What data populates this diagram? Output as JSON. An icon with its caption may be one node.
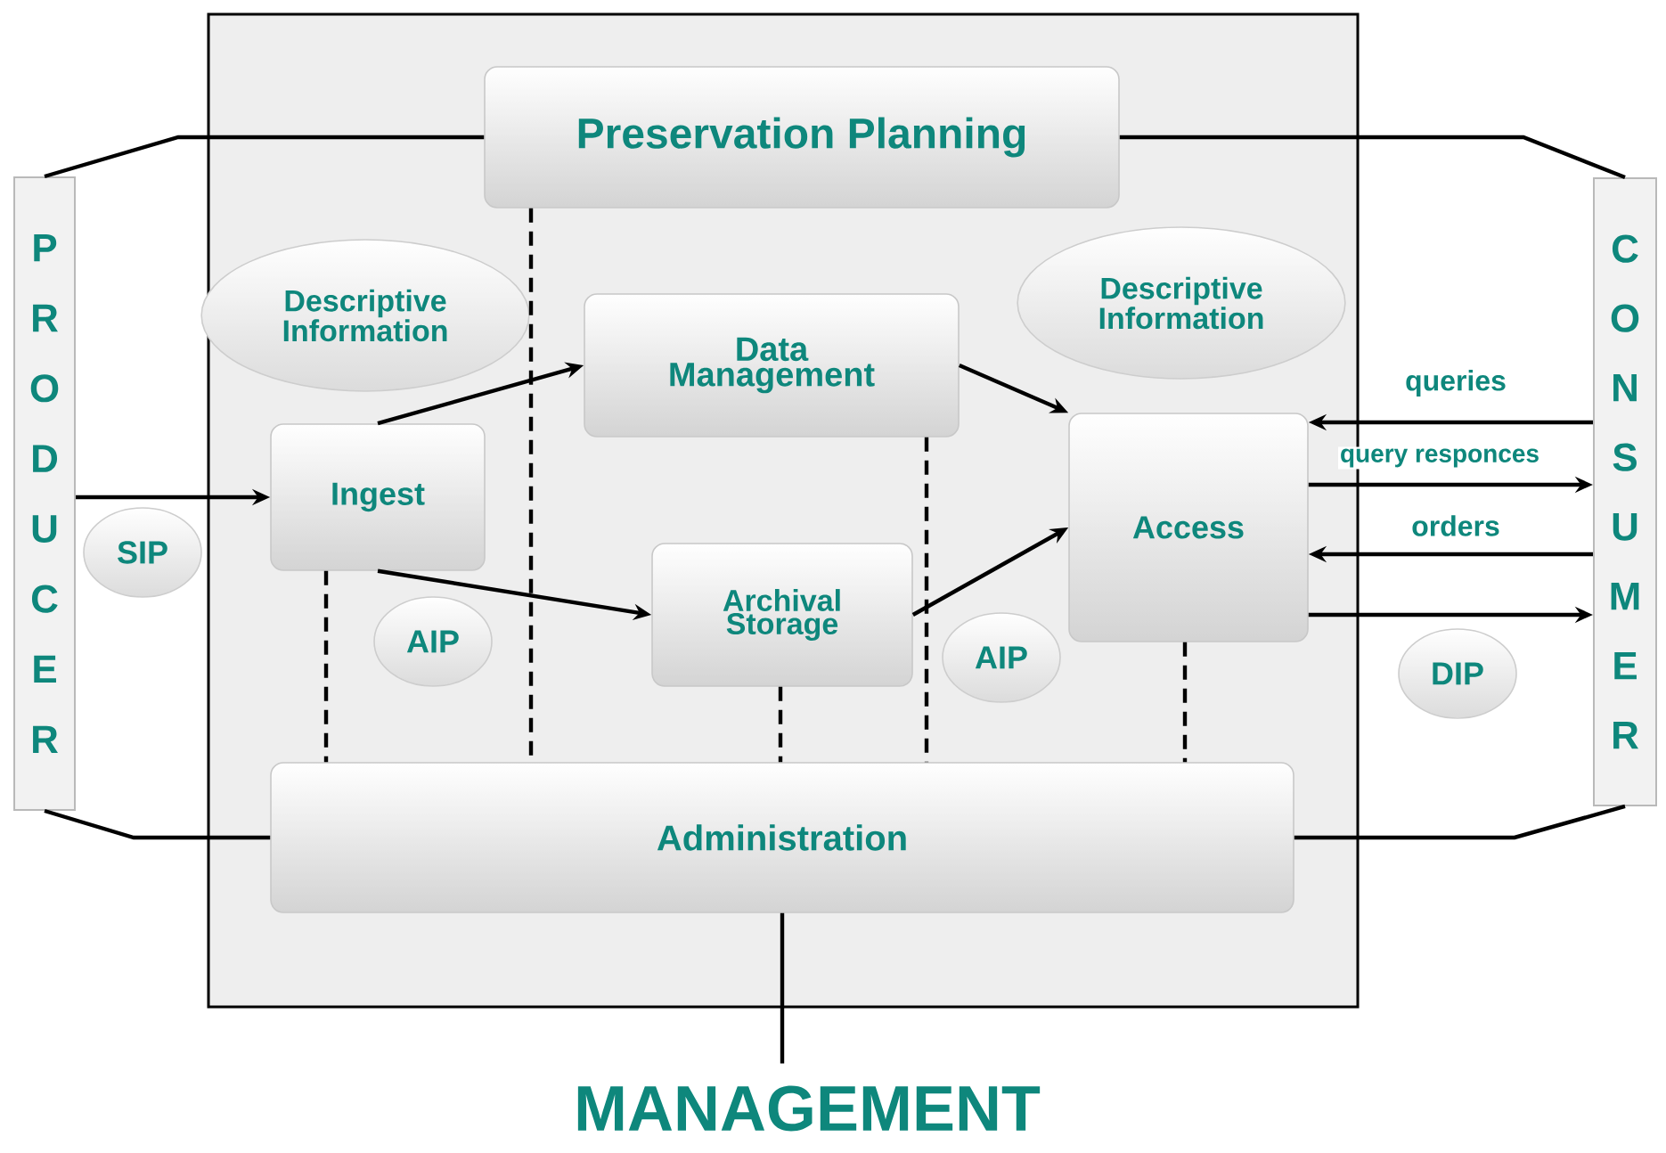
{
  "diagram": {
    "nodes": [
      {
        "text": [],
        "shape": "box"
      },
      {
        "text": [
          "PRODUCER"
        ]
      },
      {
        "text": [
          "CONSUMER"
        ]
      },
      {
        "text": [
          "Preservation Planning"
        ],
        "in": 0
      },
      {
        "text": [
          "Descriptive Information"
        ],
        "in": 0
      },
      {
        "text": [
          "Data Management"
        ],
        "in": 0
      },
      {
        "text": [
          "Descriptive Information"
        ],
        "in": 0
      },
      {
        "text": [
          "Ingest"
        ],
        "in": 0
      },
      {
        "text": [
          "SIP"
        ]
      },
      {
        "text": [
          "AIP"
        ],
        "in": 0
      },
      {
        "text": [
          "Archival Storage"
        ],
        "in": 0
      },
      {
        "text": [
          "Access"
        ],
        "in": 0
      },
      {
        "text": [
          "AIP"
        ],
        "in": 0
      },
      {
        "text": [
          "DIP"
        ]
      },
      {
        "text": [
          "Administration"
        ],
        "in": 0
      },
      {
        "text": [
          "MANAGEMENT"
        ]
      }
    ],
    "edges": [
      {
        "from": 1,
        "to": 7,
        "arrow": "to"
      },
      {
        "from": 7,
        "to": 5,
        "arrow": "to"
      },
      {
        "from": 7,
        "to": 10,
        "arrow": "to"
      },
      {
        "from": 5,
        "to": 11,
        "arrow": "to"
      },
      {
        "from": 10,
        "to": 11,
        "arrow": "to"
      },
      {
        "from": 2,
        "to": 11,
        "arrow": "to",
        "label": "queries"
      },
      {
        "from": 11,
        "to": 2,
        "arrow": "to",
        "label": "query responces"
      },
      {
        "from": 2,
        "to": 11,
        "arrow": "to",
        "label": "orders"
      },
      {
        "from": 11,
        "to": 2,
        "arrow": "to"
      },
      {
        "from": 1,
        "to": 3,
        "arrow": "none"
      },
      {
        "from": 3,
        "to": 2,
        "arrow": "none"
      },
      {
        "from": 1,
        "to": 14,
        "arrow": "none"
      },
      {
        "from": 14,
        "to": 2,
        "arrow": "none"
      },
      {
        "from": 14,
        "to": 15,
        "arrow": "none"
      },
      {
        "from": 7,
        "to": 14,
        "arrow": "none",
        "style": "dashed"
      },
      {
        "from": 3,
        "to": 14,
        "arrow": "none",
        "style": "dashed"
      },
      {
        "from": 10,
        "to": 14,
        "arrow": "none",
        "style": "dashed"
      },
      {
        "from": 5,
        "to": 14,
        "arrow": "none",
        "style": "dashed"
      },
      {
        "from": 11,
        "to": 14,
        "arrow": "none",
        "style": "dashed"
      }
    ]
  }
}
